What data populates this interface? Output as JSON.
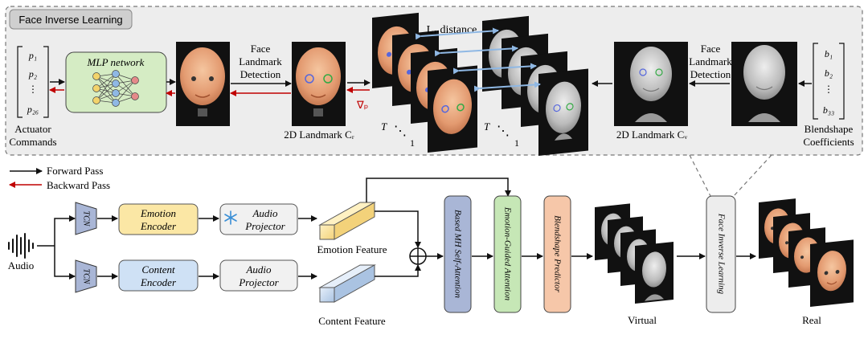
{
  "top_panel": {
    "title": "Face Inverse Learning",
    "actuator_vector": [
      "p₁",
      "p₂",
      "⋮",
      "p₂₆"
    ],
    "actuator_label": [
      "Actuator",
      "Commands"
    ],
    "mlp_label": "MLP network",
    "landmark_detect_left": [
      "Face",
      "Landmark",
      "Detection"
    ],
    "landmark_detect_right": [
      "Face",
      "Landmark",
      "Detection"
    ],
    "landmark_real_label": "2D Landmark Cᵣ",
    "landmark_virtual_label": "2D Landmark Cᵥ",
    "grad_label": "∇ₚ",
    "distance_label": "L₁ distance",
    "stack_T_left": "T",
    "stack_1_left": "1",
    "stack_T_right": "T",
    "stack_1_right": "1",
    "blendshape_vector": [
      "b₁",
      "b₂",
      "⋮",
      "b₃₃"
    ],
    "blendshape_label": [
      "Blendshape",
      "Coefficients"
    ]
  },
  "legend": {
    "forward": "Forward Pass",
    "backward": "Backward Pass"
  },
  "bottom": {
    "audio_label": "Audio",
    "tcn_top": "TCN",
    "tcn_bottom": "TCN",
    "emotion_encoder": [
      "Emotion",
      "Encoder"
    ],
    "content_encoder": [
      "Content",
      "Encoder"
    ],
    "audio_projector_top": [
      "Audio",
      "Projector"
    ],
    "audio_projector_bottom": [
      "Audio",
      "Projector"
    ],
    "emotion_feature": "Emotion Feature",
    "content_feature": "Content Feature",
    "self_attention": "Based MH Self-Attention",
    "emotion_attention": "Emotion-Guided Attention",
    "blendshape_predictor": "Blendshape Predictor",
    "virtual_label": "Virtual",
    "face_inverse_learning": "Face Inverse Learning",
    "real_label": "Real"
  },
  "colors": {
    "mlp_fill": "#d5ecc4",
    "emotion_fill": "#fbe7a5",
    "content_fill": "#cfe1f5",
    "tcn_fill": "#a9b6d6",
    "self_attn_fill": "#a9b6d6",
    "emotion_attn_fill": "#c6e7b6",
    "blendshape_fill": "#f6c7a9",
    "panel_fill": "#ededed",
    "backward_arrow": "#c00000",
    "distance_arrow": "#8fb8e4"
  }
}
